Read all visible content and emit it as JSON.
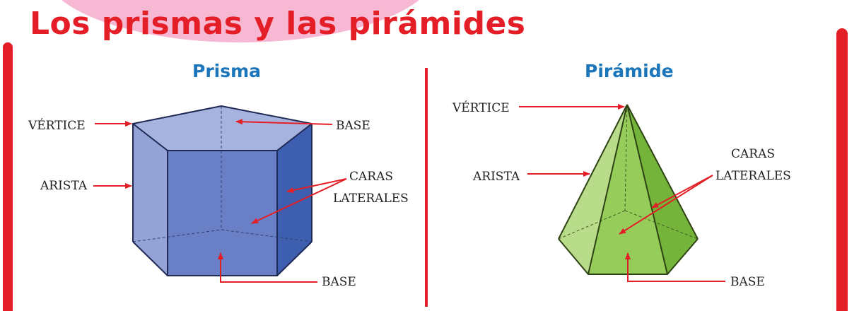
{
  "title": "Los prismas y las pirámides",
  "colors": {
    "title_red": "#e41e26",
    "subtitle_blue": "#1b75bb",
    "prism_blue": "#5e79c0",
    "pyramid_green": "#8cc751",
    "arrow_red": "#e41e26",
    "pink_accent": "#f6b8d3"
  },
  "prisma": {
    "heading": "Prisma",
    "labels": {
      "vertice": "VÉRTICE",
      "arista": "ARISTA",
      "base_top": "BASE",
      "caras_1": "CARAS",
      "caras_2": "LATERALES",
      "base_bottom": "BASE"
    }
  },
  "piramide": {
    "heading": "Pirámide",
    "labels": {
      "vertice": "VÉRTICE",
      "arista": "ARISTA",
      "caras_1": "CARAS",
      "caras_2": "LATERALES",
      "base": "BASE"
    }
  }
}
